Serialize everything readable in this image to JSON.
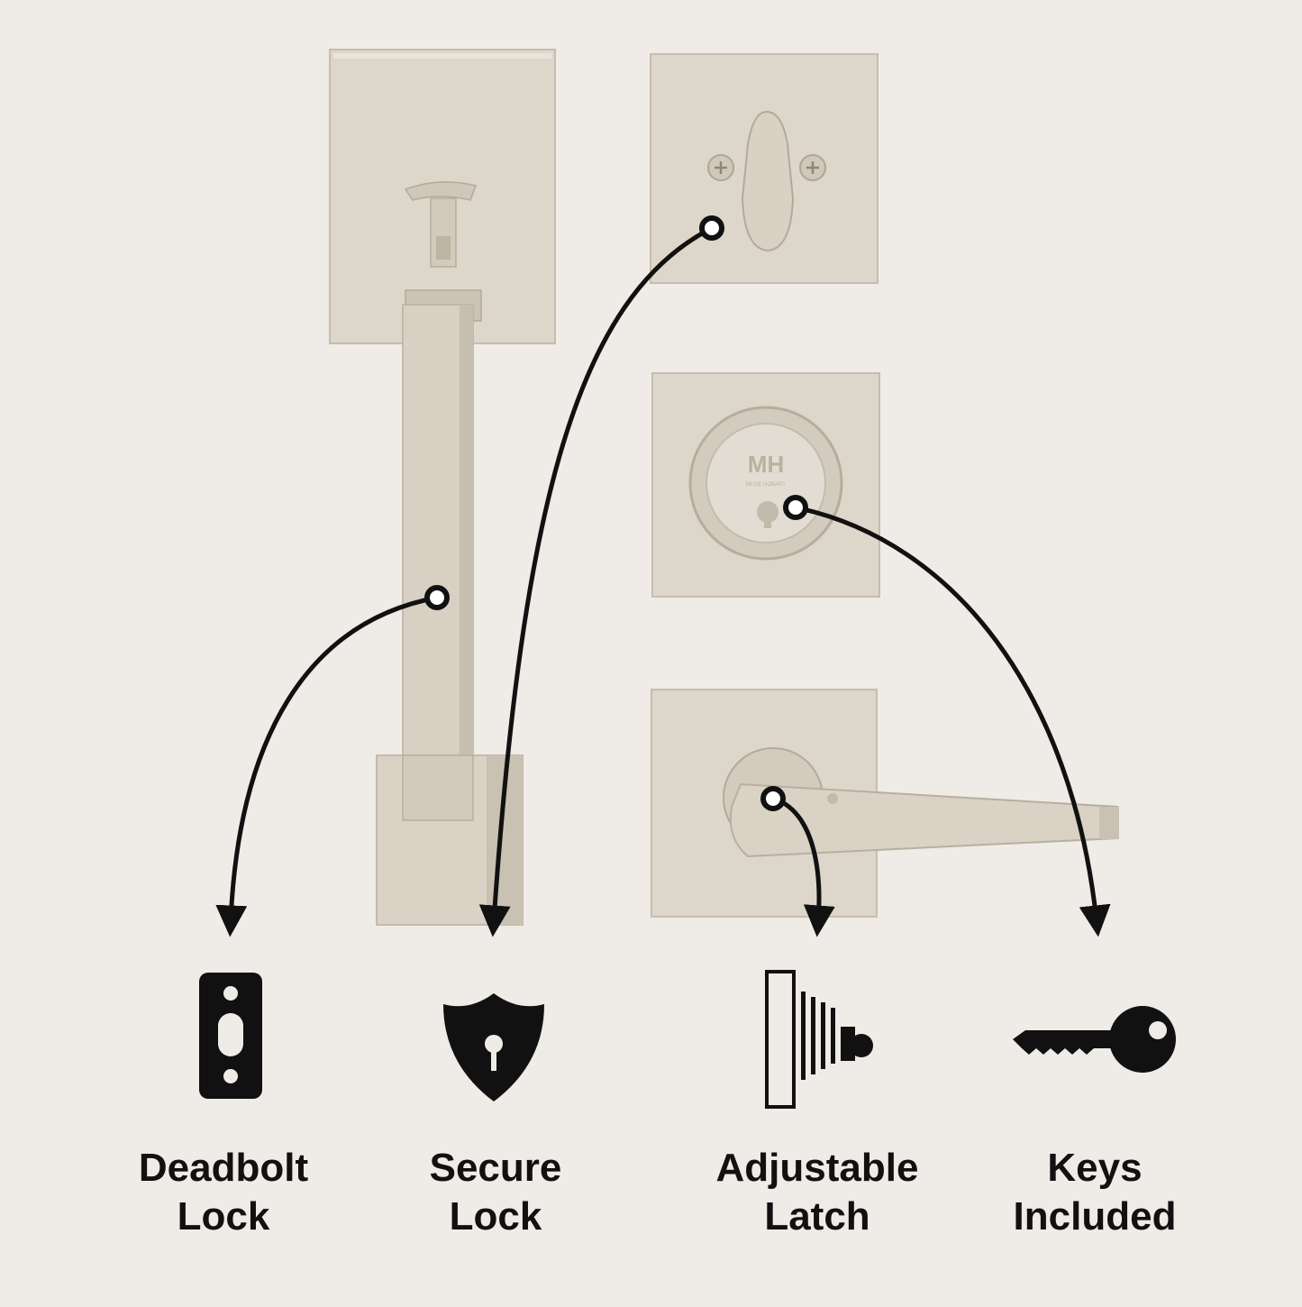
{
  "colors": {
    "background": "#efebe7",
    "metal": "#d8d1c4",
    "metal_light": "#e6e0d5",
    "metal_dark": "#c2baab",
    "metal_shadow": "#aea594",
    "ink": "#111111"
  },
  "features": [
    {
      "id": "deadbolt",
      "line1": "Deadbolt",
      "line2": "Lock",
      "icon": "strike-plate-icon"
    },
    {
      "id": "secure",
      "line1": "Secure",
      "line2": "Lock",
      "icon": "shield-keyhole-icon"
    },
    {
      "id": "latch",
      "line1": "Adjustable",
      "line2": "Latch",
      "icon": "latch-icon"
    },
    {
      "id": "keys",
      "line1": "Keys",
      "line2": "Included",
      "icon": "key-icon"
    }
  ],
  "cylinder_logo": {
    "monogram": "MH",
    "brand": "MUSE HOBART"
  }
}
